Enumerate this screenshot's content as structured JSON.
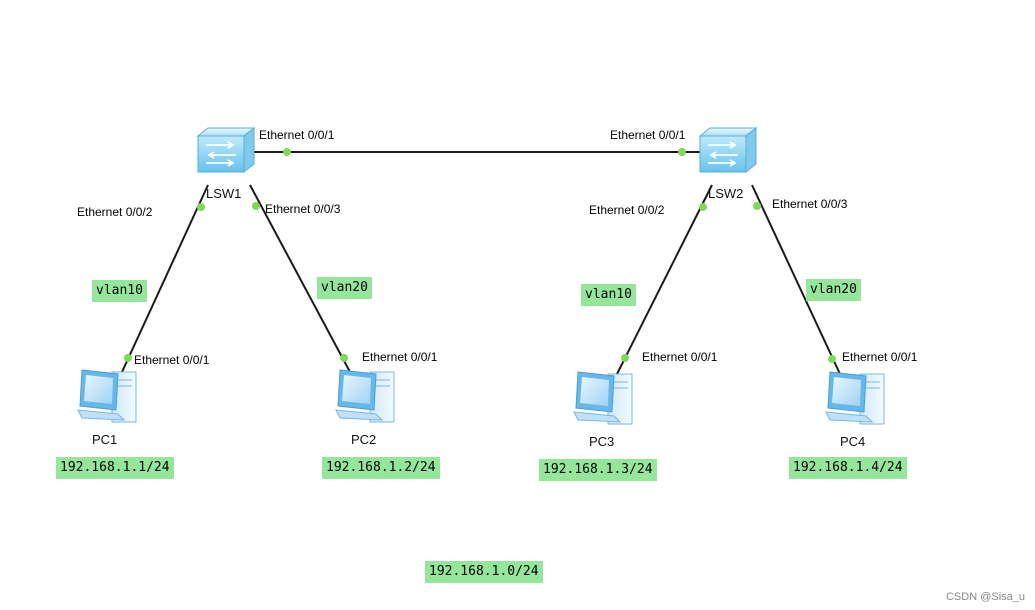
{
  "switches": [
    {
      "name": "LSW1"
    },
    {
      "name": "LSW2"
    }
  ],
  "pcs": [
    {
      "name": "PC1",
      "ip": "192.168.1.1/24"
    },
    {
      "name": "PC2",
      "ip": "192.168.1.2/24"
    },
    {
      "name": "PC3",
      "ip": "192.168.1.3/24"
    },
    {
      "name": "PC4",
      "ip": "192.168.1.4/24"
    }
  ],
  "ports": {
    "lsw1_uplink": "Ethernet 0/0/1",
    "lsw2_uplink": "Ethernet 0/0/1",
    "lsw1_p2": "Ethernet 0/0/2",
    "lsw1_p3": "Ethernet 0/0/3",
    "lsw2_p2": "Ethernet 0/0/2",
    "lsw2_p3": "Ethernet 0/0/3",
    "pc1_port": "Ethernet 0/0/1",
    "pc2_port": "Ethernet 0/0/1",
    "pc3_port": "Ethernet 0/0/1",
    "pc4_port": "Ethernet 0/0/1"
  },
  "vlans": {
    "link_pc1": "vlan10",
    "link_pc2": "vlan20",
    "link_pc3": "vlan10",
    "link_pc4": "vlan20"
  },
  "network": "192.168.1.0/24",
  "watermark": "CSDN @Sisa_u",
  "colors": {
    "tag_bg": "#93e69a",
    "port_dot": "#7ed957",
    "link": "#1a1a1a"
  }
}
